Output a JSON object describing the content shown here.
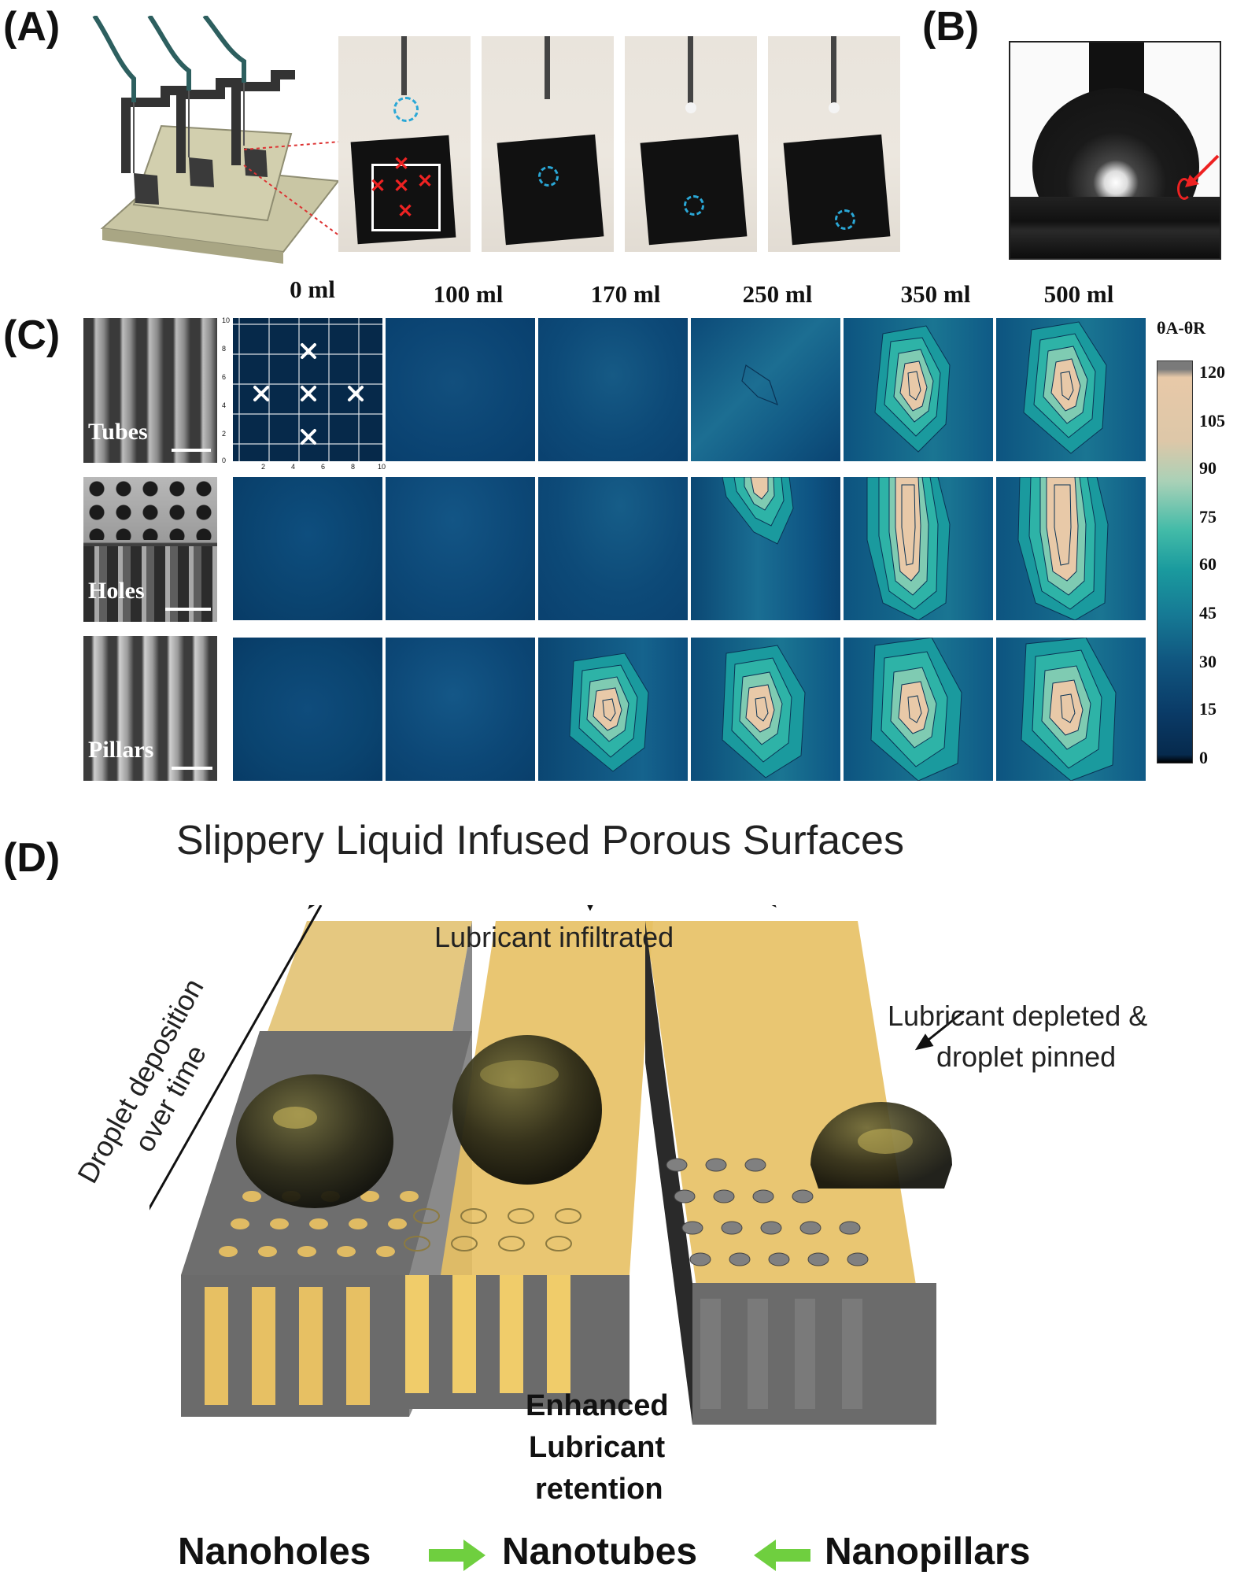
{
  "panels": {
    "a": "(A)",
    "b": "(B)",
    "c": "(C)",
    "d": "(D)"
  },
  "volumes": [
    "0 ml",
    "100 ml",
    "170 ml",
    "250 ml",
    "350 ml",
    "500 ml"
  ],
  "surfaces": [
    "Tubes",
    "Holes",
    "Pillars"
  ],
  "colorbar": {
    "title": "θA-θR",
    "ticks": [
      "120",
      "105",
      "90",
      "75",
      "60",
      "45",
      "30",
      "15",
      "0"
    ]
  },
  "grid_ticks": [
    "10",
    "8",
    "6",
    "4",
    "2",
    "0",
    "2",
    "4",
    "6",
    "8",
    "10"
  ],
  "diagram": {
    "title": "Slippery Liquid Infused Porous Surfaces",
    "lubricant_infiltrated": "Lubricant infiltrated",
    "deposition": [
      "Droplet deposition",
      "over time"
    ],
    "depleted": [
      "Lubricant depleted &",
      "droplet pinned"
    ],
    "retention": [
      "Enhanced",
      "Lubricant",
      "retention"
    ],
    "labels": [
      "Nanoholes",
      "Nanotubes",
      "Nanopillars"
    ]
  },
  "colors": {
    "low": "#0c4f7c",
    "teal": "#1aa6a0",
    "peak": "#e8c9a8",
    "lubricant": "#e7c063",
    "substrate": "#6b6b6b",
    "arrow": "#6fcf3f"
  }
}
